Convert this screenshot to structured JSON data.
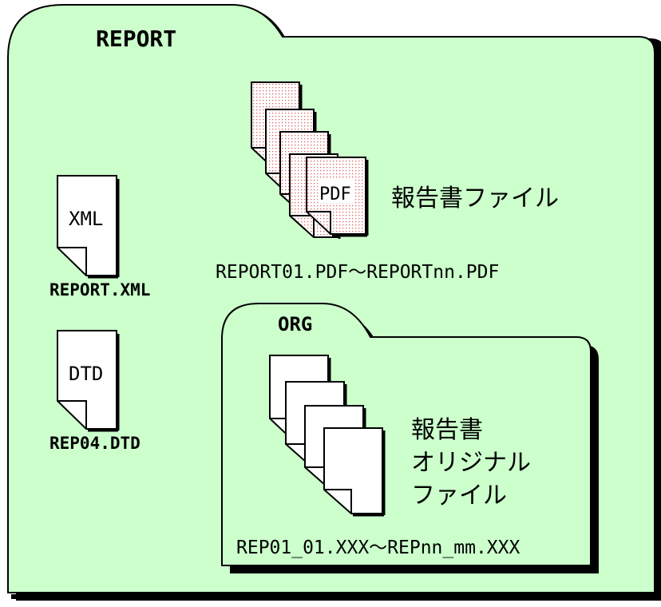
{
  "colors": {
    "folder_fill": "#ccffcc",
    "outline": "#000000",
    "shadow": "#000000",
    "page_fill": "#ffffff",
    "pdf_dots": "#e06060"
  },
  "report_folder": {
    "label": "REPORT"
  },
  "xml_file": {
    "icon_label": "XML",
    "filename": "REPORT.XML",
    "icon": "document-folded-corner-icon"
  },
  "dtd_file": {
    "icon_label": "DTD",
    "filename": "REP04.DTD",
    "icon": "document-folded-corner-icon"
  },
  "pdf_files": {
    "icon_label": "PDF",
    "description": "報告書ファイル",
    "filename_range": "REPORT01.PDF～REPORTnn.PDF",
    "icon": "pdf-document-stack-icon"
  },
  "org_folder": {
    "label": "ORG",
    "description_lines": [
      "報告書",
      "オリジナル",
      "ファイル"
    ],
    "filename_range": "REP01_01.XXX～REPnn_mm.XXX",
    "icon": "blank-document-stack-icon"
  }
}
